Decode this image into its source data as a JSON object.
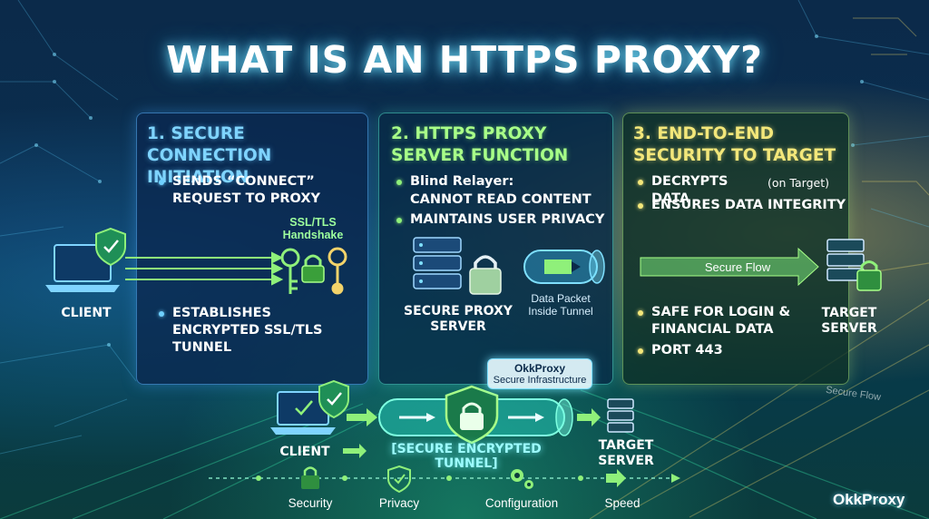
{
  "title": "WHAT IS AN HTTPS PROXY?",
  "panels": [
    {
      "title": "1. Secure Connection Initiation",
      "bullets": [
        "Sends “CONNECT” request to proxy",
        "Establishes encrypted SSL/TLS tunnel"
      ],
      "handshake": "SSL/TLS Handshake",
      "node": "CLIENT"
    },
    {
      "title": "2. HTTPS Proxy Server Function",
      "bullets": [
        "Blind Relayer:",
        "CANNOT READ CONTENT",
        "MAINTAINS USER PRIVACY"
      ],
      "node": "SECURE PROXY SERVER",
      "packet_label": "Data Packet Inside Tunnel"
    },
    {
      "title": "3. End-to-End Security to Target",
      "bullets": [
        "DECRYPTS DATA",
        "(on Target)",
        "ENSURES DATA INTEGRITY",
        "SAFE FOR LOGIN & FINANCIAL DATA",
        "PORT 443"
      ],
      "flow": "Secure Flow",
      "node": "TARGET SERVER"
    }
  ],
  "bottom": {
    "client": "CLIENT",
    "tunnel": "[SECURE ENCRYPTED TUNNEL]",
    "target": "TARGET SERVER",
    "badge_title": "OkkProxy",
    "badge_sub": "Secure Infrastructure",
    "flow_faint": "Secure Flow"
  },
  "footer": [
    "Security",
    "Privacy",
    "Configuration",
    "Speed"
  ],
  "brand": "OkkProxy",
  "colors": {
    "cyan": "#7fd4ff",
    "green": "#a8ff88",
    "yellow": "#f3e77a",
    "bg": "#0b2a4a"
  },
  "icons": [
    "laptop-icon",
    "shield-check-icon",
    "key-icon",
    "padlock-icon",
    "server-icon",
    "tunnel-icon",
    "arrow-right-icon",
    "gear-icon"
  ]
}
